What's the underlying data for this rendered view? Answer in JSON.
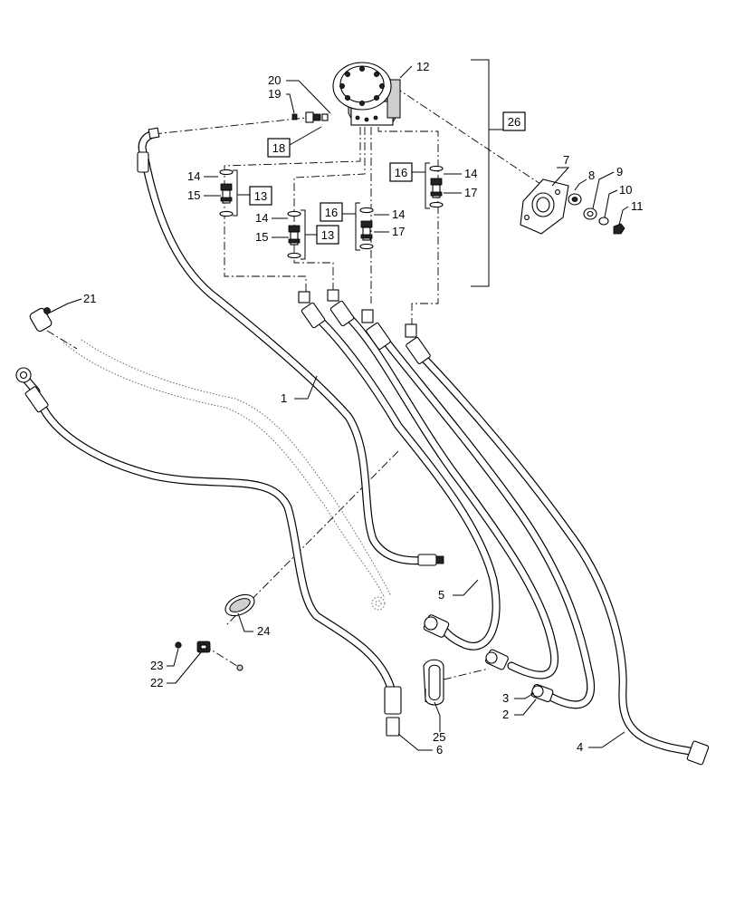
{
  "callouts": {
    "c1": "1",
    "c2": "2",
    "c3": "3",
    "c4": "4",
    "c5": "5",
    "c6": "6",
    "c7": "7",
    "c8": "8",
    "c9": "9",
    "c10": "10",
    "c11": "11",
    "c12": "12",
    "c13a": "13",
    "c13b": "13",
    "c14a": "14",
    "c14b": "14",
    "c14c": "14",
    "c14d": "14",
    "c15a": "15",
    "c15b": "15",
    "c16a": "16",
    "c16b": "16",
    "c17a": "17",
    "c17b": "17",
    "c18": "18",
    "c19": "19",
    "c20": "20",
    "c21": "21",
    "c22": "22",
    "c23": "23",
    "c24": "24",
    "c25": "25",
    "c26": "26"
  }
}
